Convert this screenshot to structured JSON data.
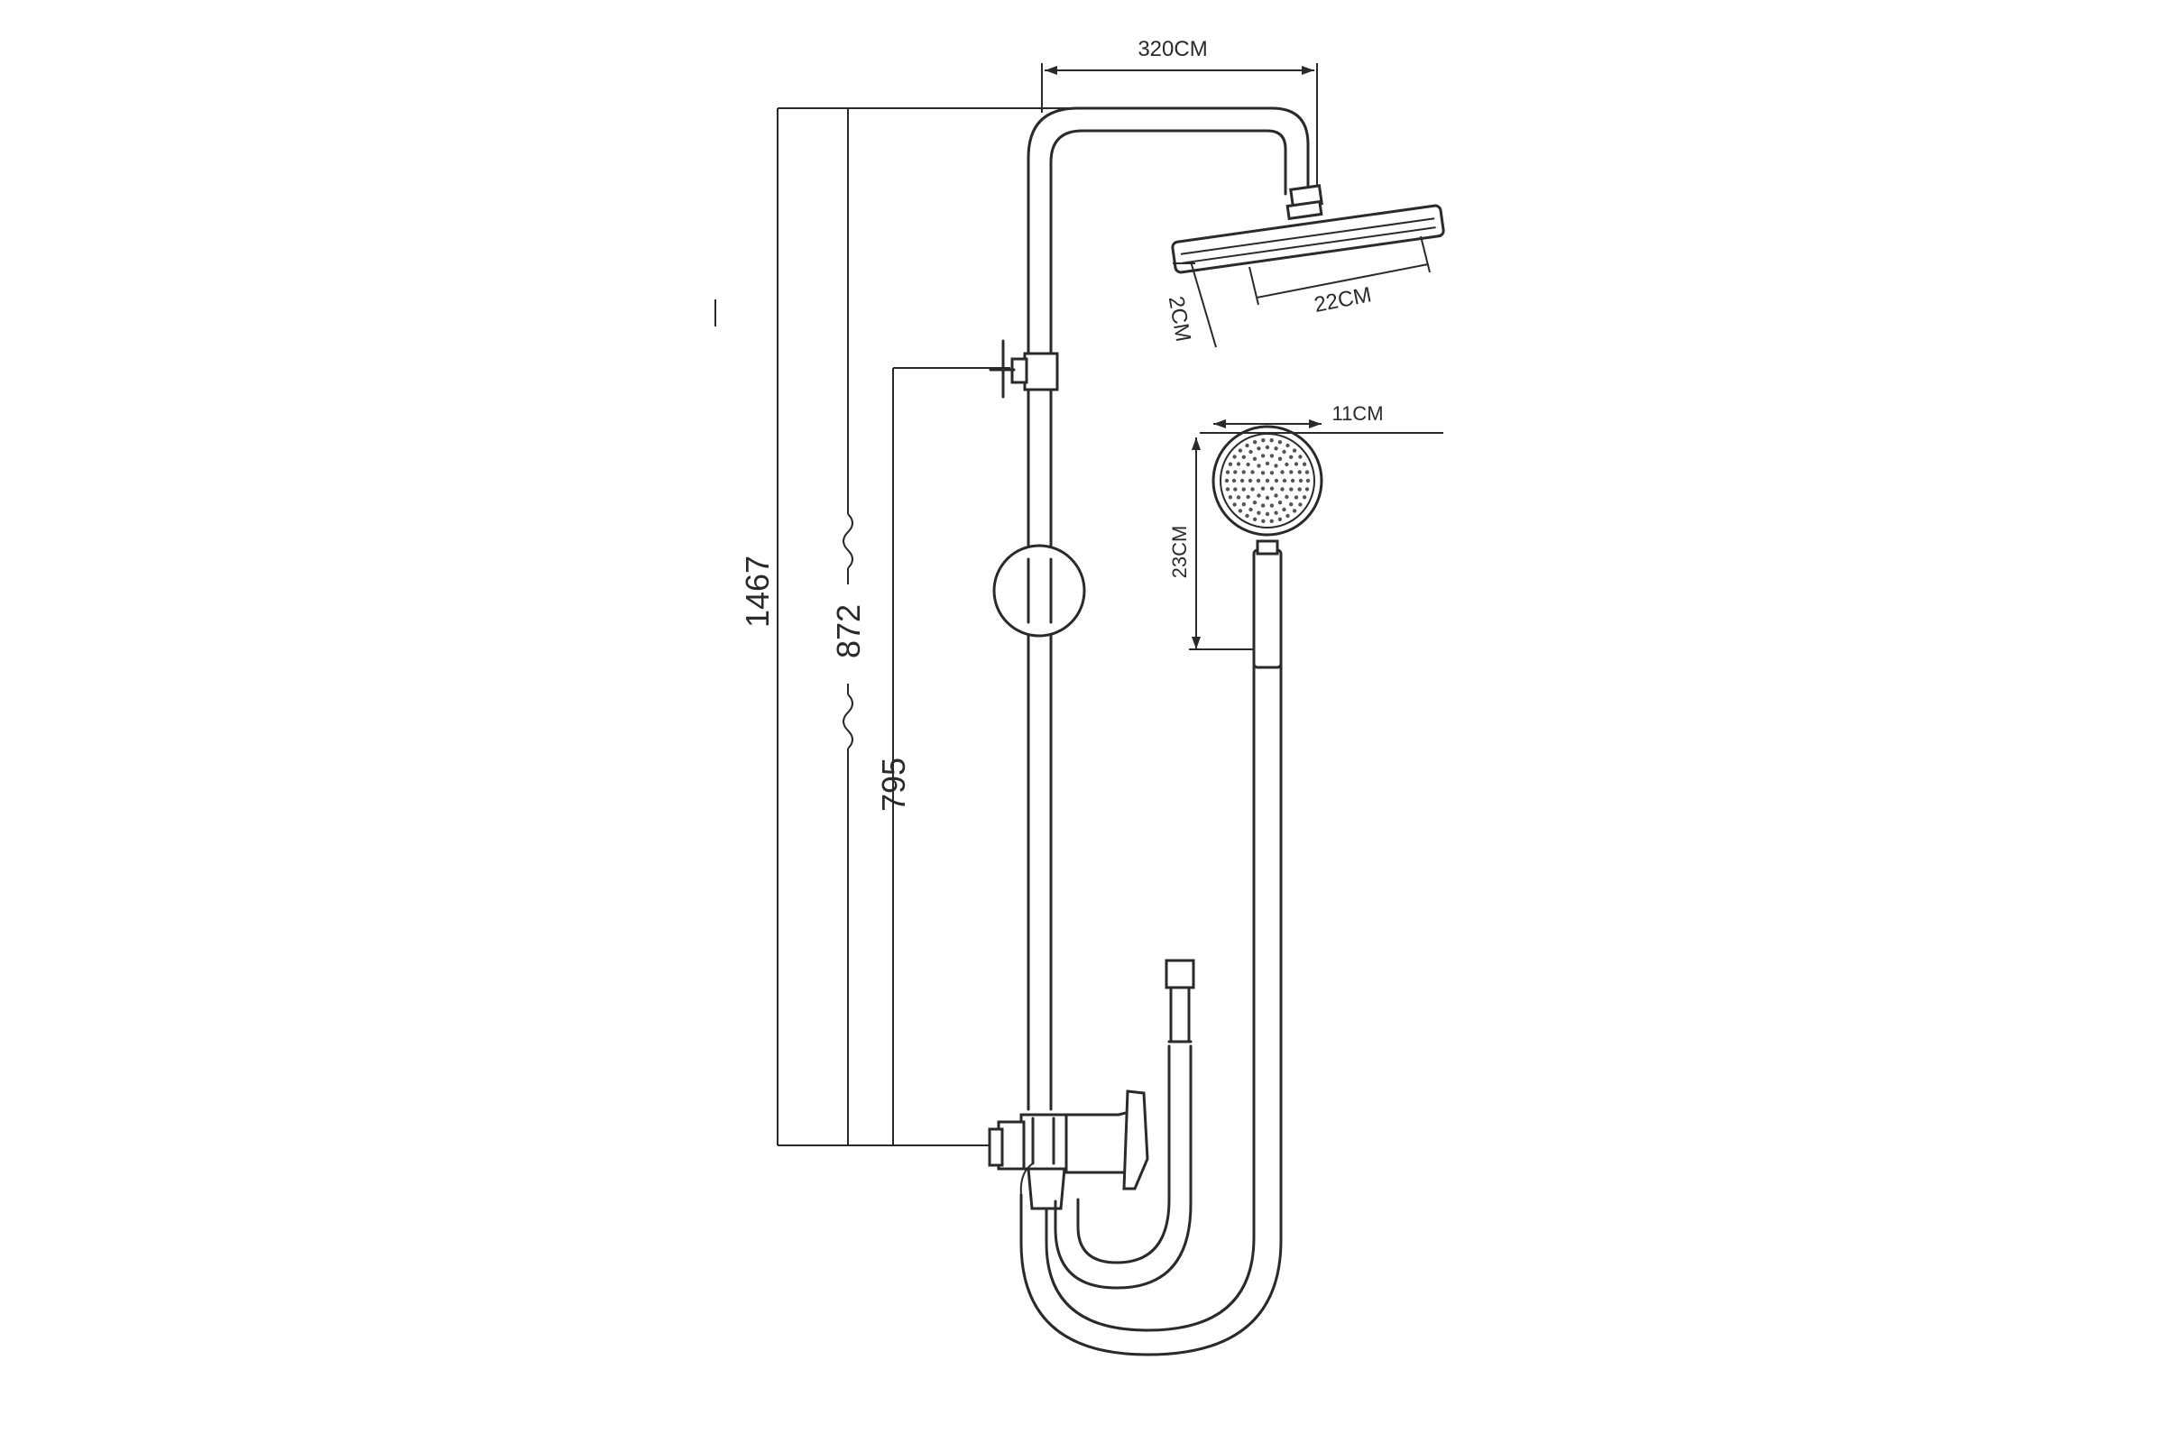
{
  "dimensions": {
    "width_top": "320CM",
    "head_width": "22CM",
    "head_thickness": "2CM",
    "hand_width": "11CM",
    "hand_length": "23CM",
    "total_height": "1467",
    "rail_height": "872",
    "holder_height": "795"
  },
  "colors": {
    "line": "#2a2a2a",
    "background": "#ffffff"
  }
}
